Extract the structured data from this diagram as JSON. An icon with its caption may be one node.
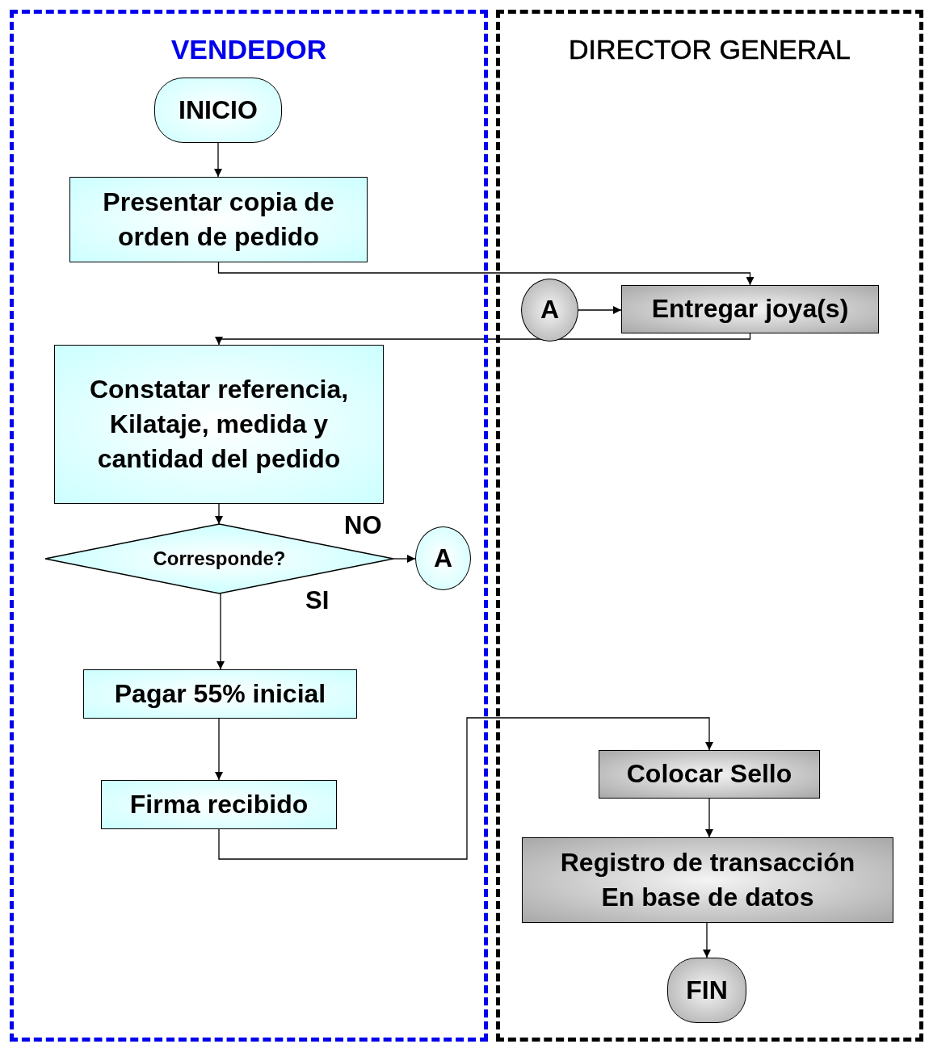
{
  "diagram": {
    "nodes": [
      {
        "text": [
          "VENDEDOR"
        ]
      },
      {
        "text": [
          "DIRECTOR GENERAL"
        ]
      },
      {
        "text": [
          "INICIO"
        ],
        "in": 0
      },
      {
        "text": [
          "Presentar copia de orden de pedido"
        ],
        "in": 0
      },
      {
        "text": [
          "A"
        ],
        "in": 1
      },
      {
        "text": [
          "Entregar joya(s)"
        ],
        "in": 1
      },
      {
        "text": [
          "Constatar referencia, Kilataje, medida y cantidad del pedido"
        ],
        "in": 0
      },
      {
        "text": [
          "Corresponde?"
        ],
        "in": 0
      },
      {
        "text": [
          "A"
        ],
        "in": 0
      },
      {
        "text": [
          "Pagar 55% inicial"
        ],
        "in": 0
      },
      {
        "text": [
          "Firma recibido"
        ],
        "in": 0
      },
      {
        "text": [
          "Colocar Sello"
        ],
        "in": 1
      },
      {
        "text": [
          "Registro de transacción En base de datos"
        ],
        "in": 1
      },
      {
        "text": [
          "FIN"
        ],
        "in": 1
      }
    ],
    "edges": [
      {
        "from": 2,
        "to": 3,
        "arrow": "to"
      },
      {
        "from": 3,
        "to": 5,
        "arrow": "to"
      },
      {
        "from": 4,
        "to": 5,
        "arrow": "to"
      },
      {
        "from": 5,
        "to": 6,
        "arrow": "to"
      },
      {
        "from": 6,
        "to": 7,
        "arrow": "to"
      },
      {
        "from": 7,
        "to": 8,
        "arrow": "to",
        "label": "NO"
      },
      {
        "from": 7,
        "to": 9,
        "arrow": "to",
        "label": "SI"
      },
      {
        "from": 9,
        "to": 10,
        "arrow": "to"
      },
      {
        "from": 10,
        "to": 11,
        "arrow": "to"
      },
      {
        "from": 11,
        "to": 12,
        "arrow": "to"
      },
      {
        "from": 12,
        "to": 13,
        "arrow": "to"
      }
    ]
  }
}
